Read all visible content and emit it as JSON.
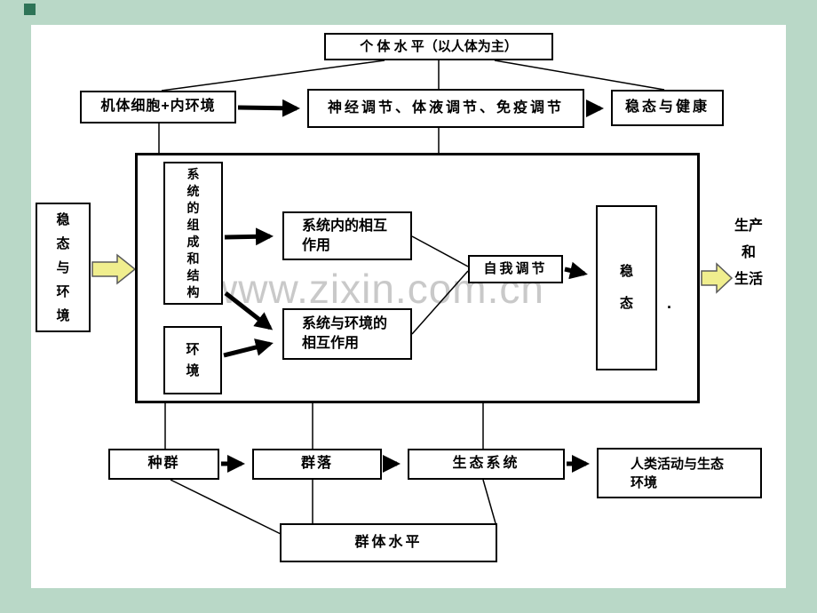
{
  "watermark": "www.zixin.com.cn",
  "stray_mark": ".",
  "nodes": {
    "individual_level": "个 体 水 平（以人体为主）",
    "cells_internal_env": "机体细胞+内环境",
    "regulation": "神经调节、体液调节、免疫调节",
    "homeostasis_health": "稳态与健康",
    "homeostasis_environment": "稳态与环境",
    "system_composition": "系统的组成和结构",
    "system_internal_interaction": "系统内的相互作用",
    "system_env_interaction": "系统与环境的相互作用",
    "environment": "环境",
    "self_regulation": "自我调节",
    "homeostasis": "稳态",
    "production_life": "生产\n和\n生活",
    "population": "种群",
    "community": "群落",
    "ecosystem": "生态系统",
    "human_activity_env": "人类活动与生态环境",
    "group_level": "群体水平"
  },
  "colors": {
    "background": "#b9d8c7",
    "slide": "#ffffff",
    "line": "#000000",
    "block_arrow_fill": "#f0ee8e",
    "watermark": "#c9c9c9"
  }
}
